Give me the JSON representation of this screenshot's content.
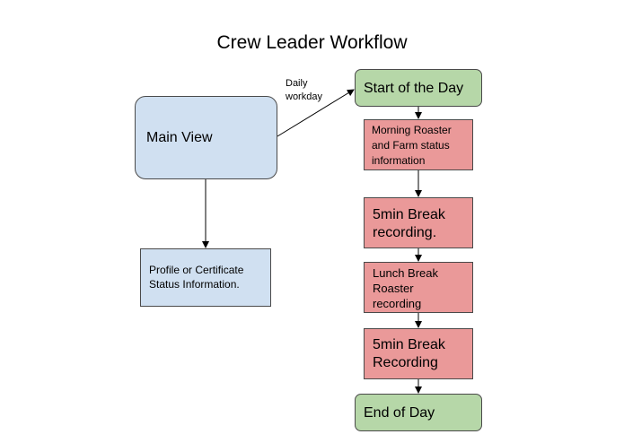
{
  "diagram": {
    "title": "Crew Leader Workflow",
    "nodes": {
      "main_view": "Main View",
      "profile": "Profile or Certificate\nStatus Information.",
      "start": "Start of the Day",
      "morning": "Morning Roaster\nand Farm status\ninformation",
      "break1": "5min Break\nrecording.",
      "lunch": "Lunch Break\nRoaster\nrecording",
      "break2": "5min Break\nRecording",
      "end": "End of Day"
    },
    "edge_labels": {
      "daily_workday": "Daily\nworkday"
    }
  },
  "colors": {
    "blue_box": "#d0e0f1",
    "green_box": "#b6d7a8",
    "red_box": "#ea9999",
    "stroke": "#4a4a4a"
  }
}
